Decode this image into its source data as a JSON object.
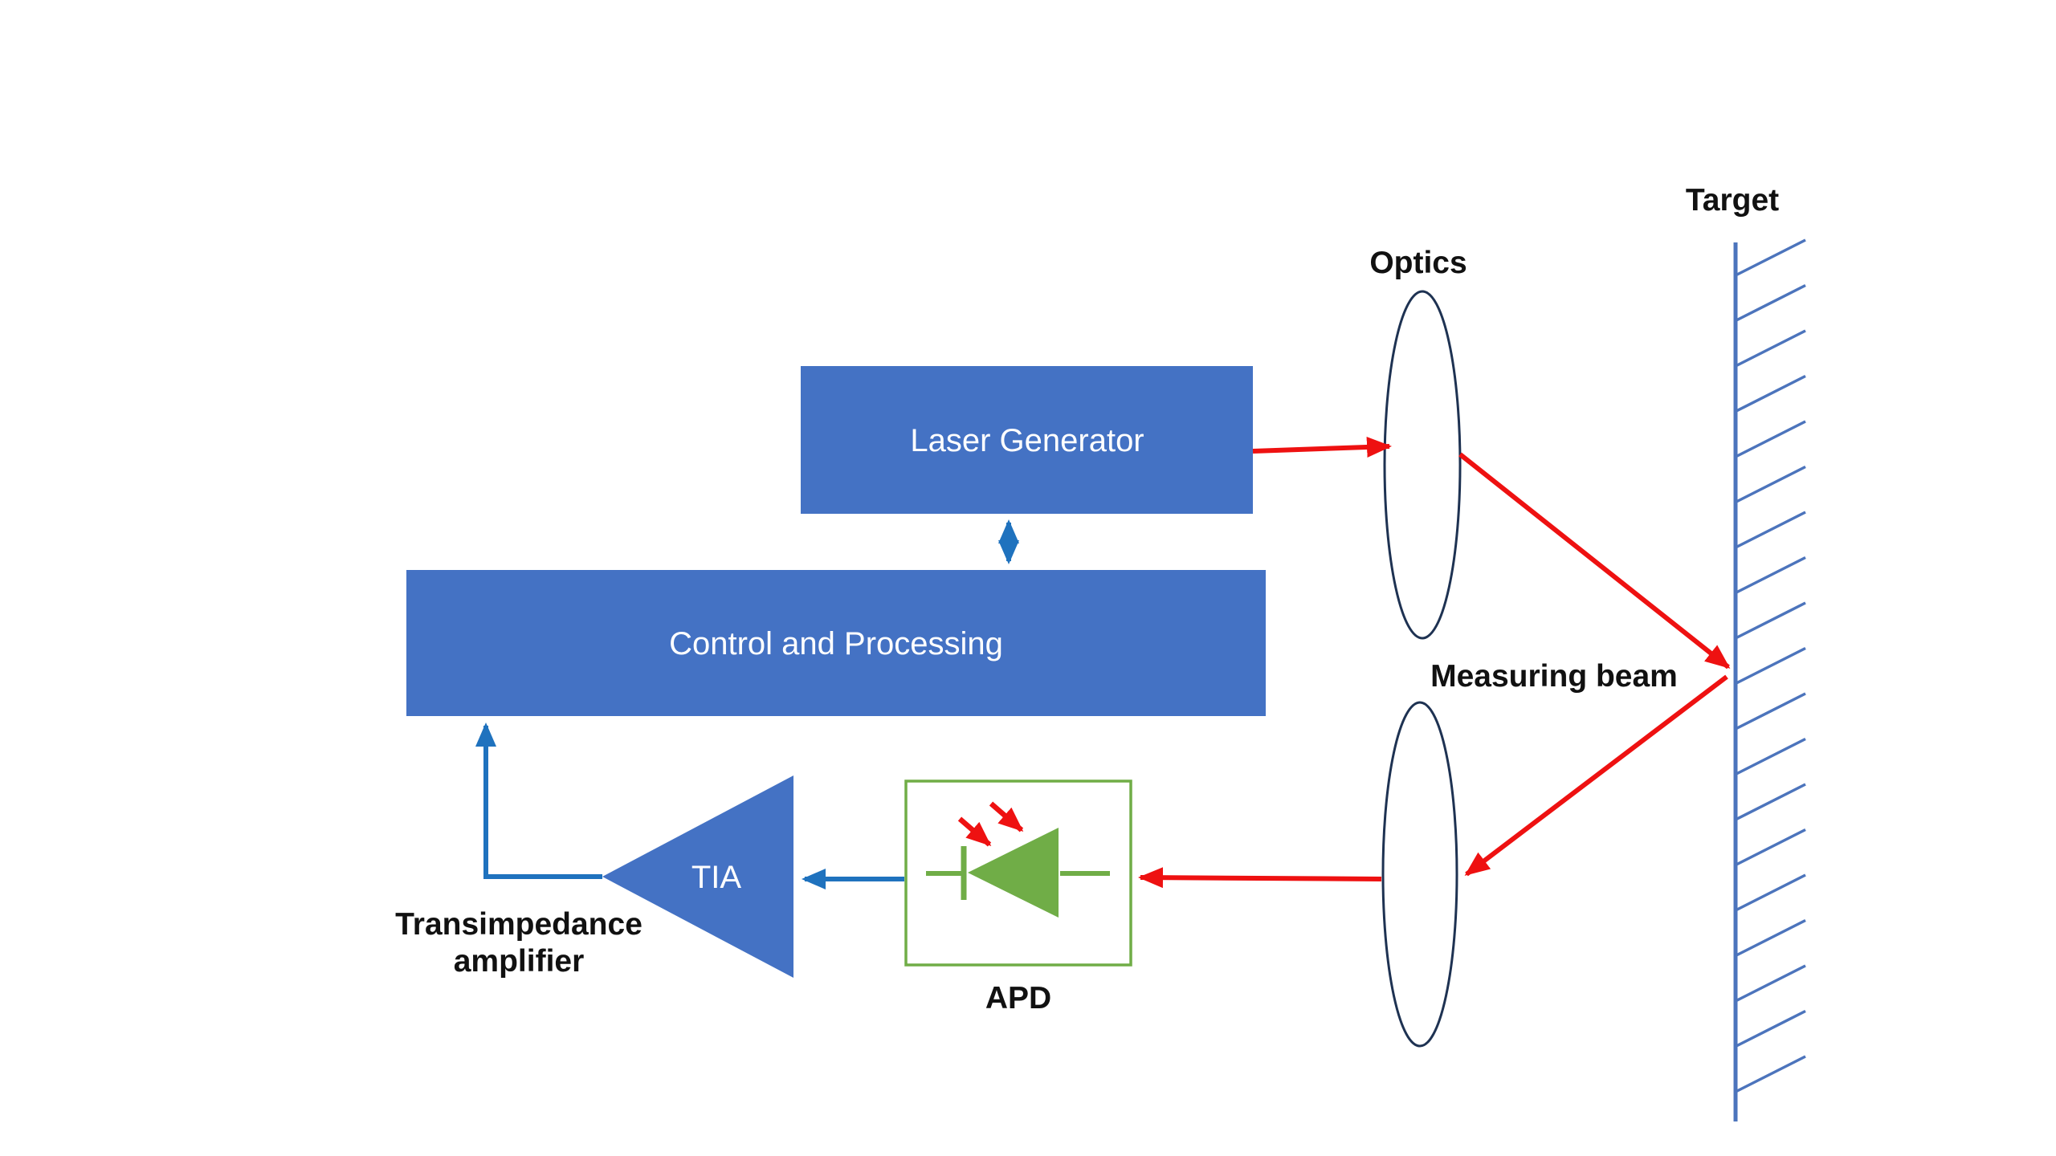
{
  "diagram": {
    "type": "block-diagram",
    "subject": "Laser distance measurement / LiDAR system"
  },
  "nodes": {
    "laser": {
      "label": "Laser Generator"
    },
    "control": {
      "label": "Control and Processing"
    },
    "tia": {
      "label": "TIA",
      "caption_line1": "Transimpedance",
      "caption_line2": "amplifier"
    },
    "apd": {
      "label": "APD"
    },
    "optics": {
      "label": "Optics"
    },
    "beam": {
      "label": "Measuring beam"
    },
    "target": {
      "label": "Target"
    }
  },
  "colors": {
    "background": "#ffffff",
    "box-blue": "#4472C4",
    "signal-blue": "#1F72BE",
    "beam-red": "#EE1111",
    "diode-green": "#70AD47",
    "lens-outline": "#1E3252",
    "wall-blue": "#4C74BC",
    "label-black": "#111111"
  }
}
